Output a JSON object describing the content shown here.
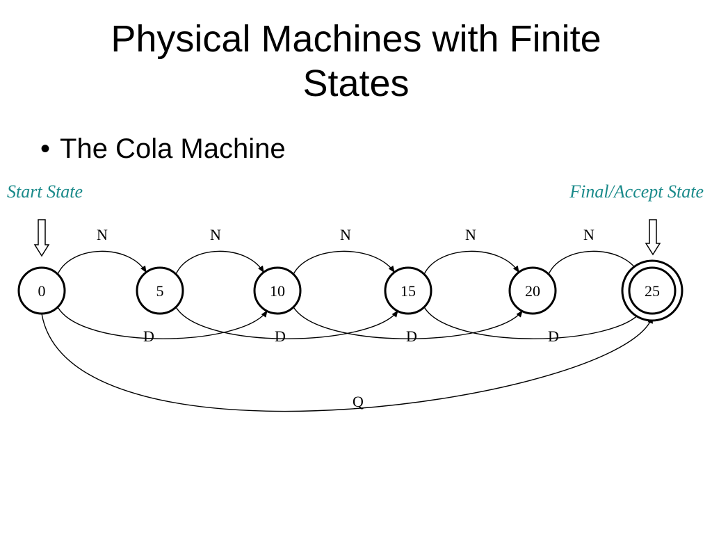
{
  "slide": {
    "title_line1": "Physical Machines with Finite",
    "title_line2": "States",
    "bullet": "The Cola Machine"
  },
  "diagram": {
    "start_label": "Start State",
    "final_label": "Final/Accept State",
    "marker_color": "#1a8a8a",
    "states": [
      {
        "id": "s0",
        "label": "0",
        "accept": false
      },
      {
        "id": "s5",
        "label": "5",
        "accept": false
      },
      {
        "id": "s10",
        "label": "10",
        "accept": false
      },
      {
        "id": "s15",
        "label": "15",
        "accept": false
      },
      {
        "id": "s20",
        "label": "20",
        "accept": false
      },
      {
        "id": "s25",
        "label": "25",
        "accept": true
      }
    ],
    "transitions": [
      {
        "from": "0",
        "to": "5",
        "label": "N"
      },
      {
        "from": "5",
        "to": "10",
        "label": "N"
      },
      {
        "from": "10",
        "to": "15",
        "label": "N"
      },
      {
        "from": "15",
        "to": "20",
        "label": "N"
      },
      {
        "from": "20",
        "to": "25",
        "label": "N"
      },
      {
        "from": "0",
        "to": "10",
        "label": "D"
      },
      {
        "from": "5",
        "to": "15",
        "label": "D"
      },
      {
        "from": "10",
        "to": "20",
        "label": "D"
      },
      {
        "from": "15",
        "to": "25",
        "label": "D"
      },
      {
        "from": "0",
        "to": "25",
        "label": "Q"
      }
    ]
  }
}
